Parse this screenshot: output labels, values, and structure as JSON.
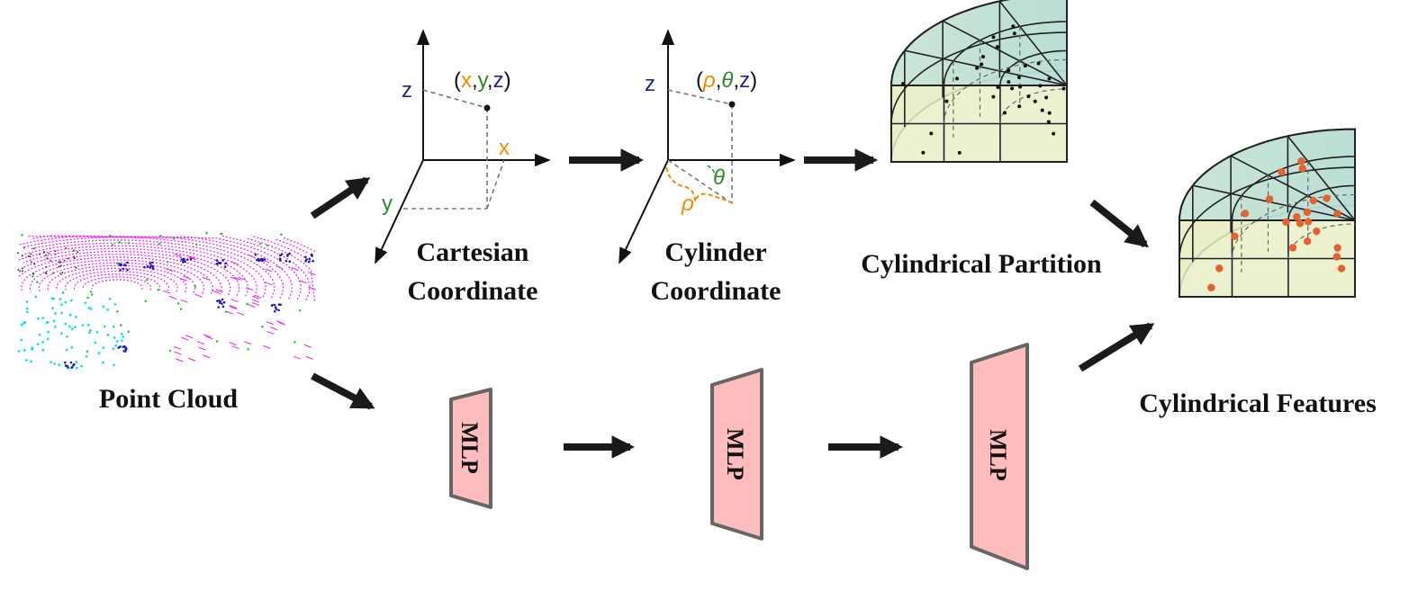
{
  "labels": {
    "point_cloud": "Point Cloud",
    "cartesian_l1": "Cartesian",
    "cartesian_l2": "Coordinate",
    "cylinder_l1": "Cylinder",
    "cylinder_l2": "Coordinate",
    "cyl_partition": "Cylindrical Partition",
    "cyl_features": "Cylindrical Features"
  },
  "cartesian_axes": {
    "z": "z",
    "y": "y",
    "x": "x",
    "open": "(",
    "p1": "x",
    "c1": ",",
    "p2": "y",
    "c2": ",",
    "p3": "z",
    "close": ")"
  },
  "cylinder_axes": {
    "z": "z",
    "open": "(",
    "p1": "ρ",
    "c1": ",",
    "p2": "θ",
    "c2": ",",
    "p3": "z",
    "close": ")",
    "theta": "θ",
    "rho": "ρ"
  },
  "mlp": [
    "MLP",
    "MLP",
    "MLP"
  ],
  "colors": {
    "arrow": "#1a1a1a",
    "x_color": "#f08a00",
    "y_color": "#2a8a2a",
    "z_color": "#1a2a8a",
    "mlp_fill": "#ffbcbc",
    "mlp_stroke": "#666666",
    "feature_dot": "#e8602c",
    "cyl_top": "#c8e6dc",
    "cyl_side": "#e4efc4"
  }
}
